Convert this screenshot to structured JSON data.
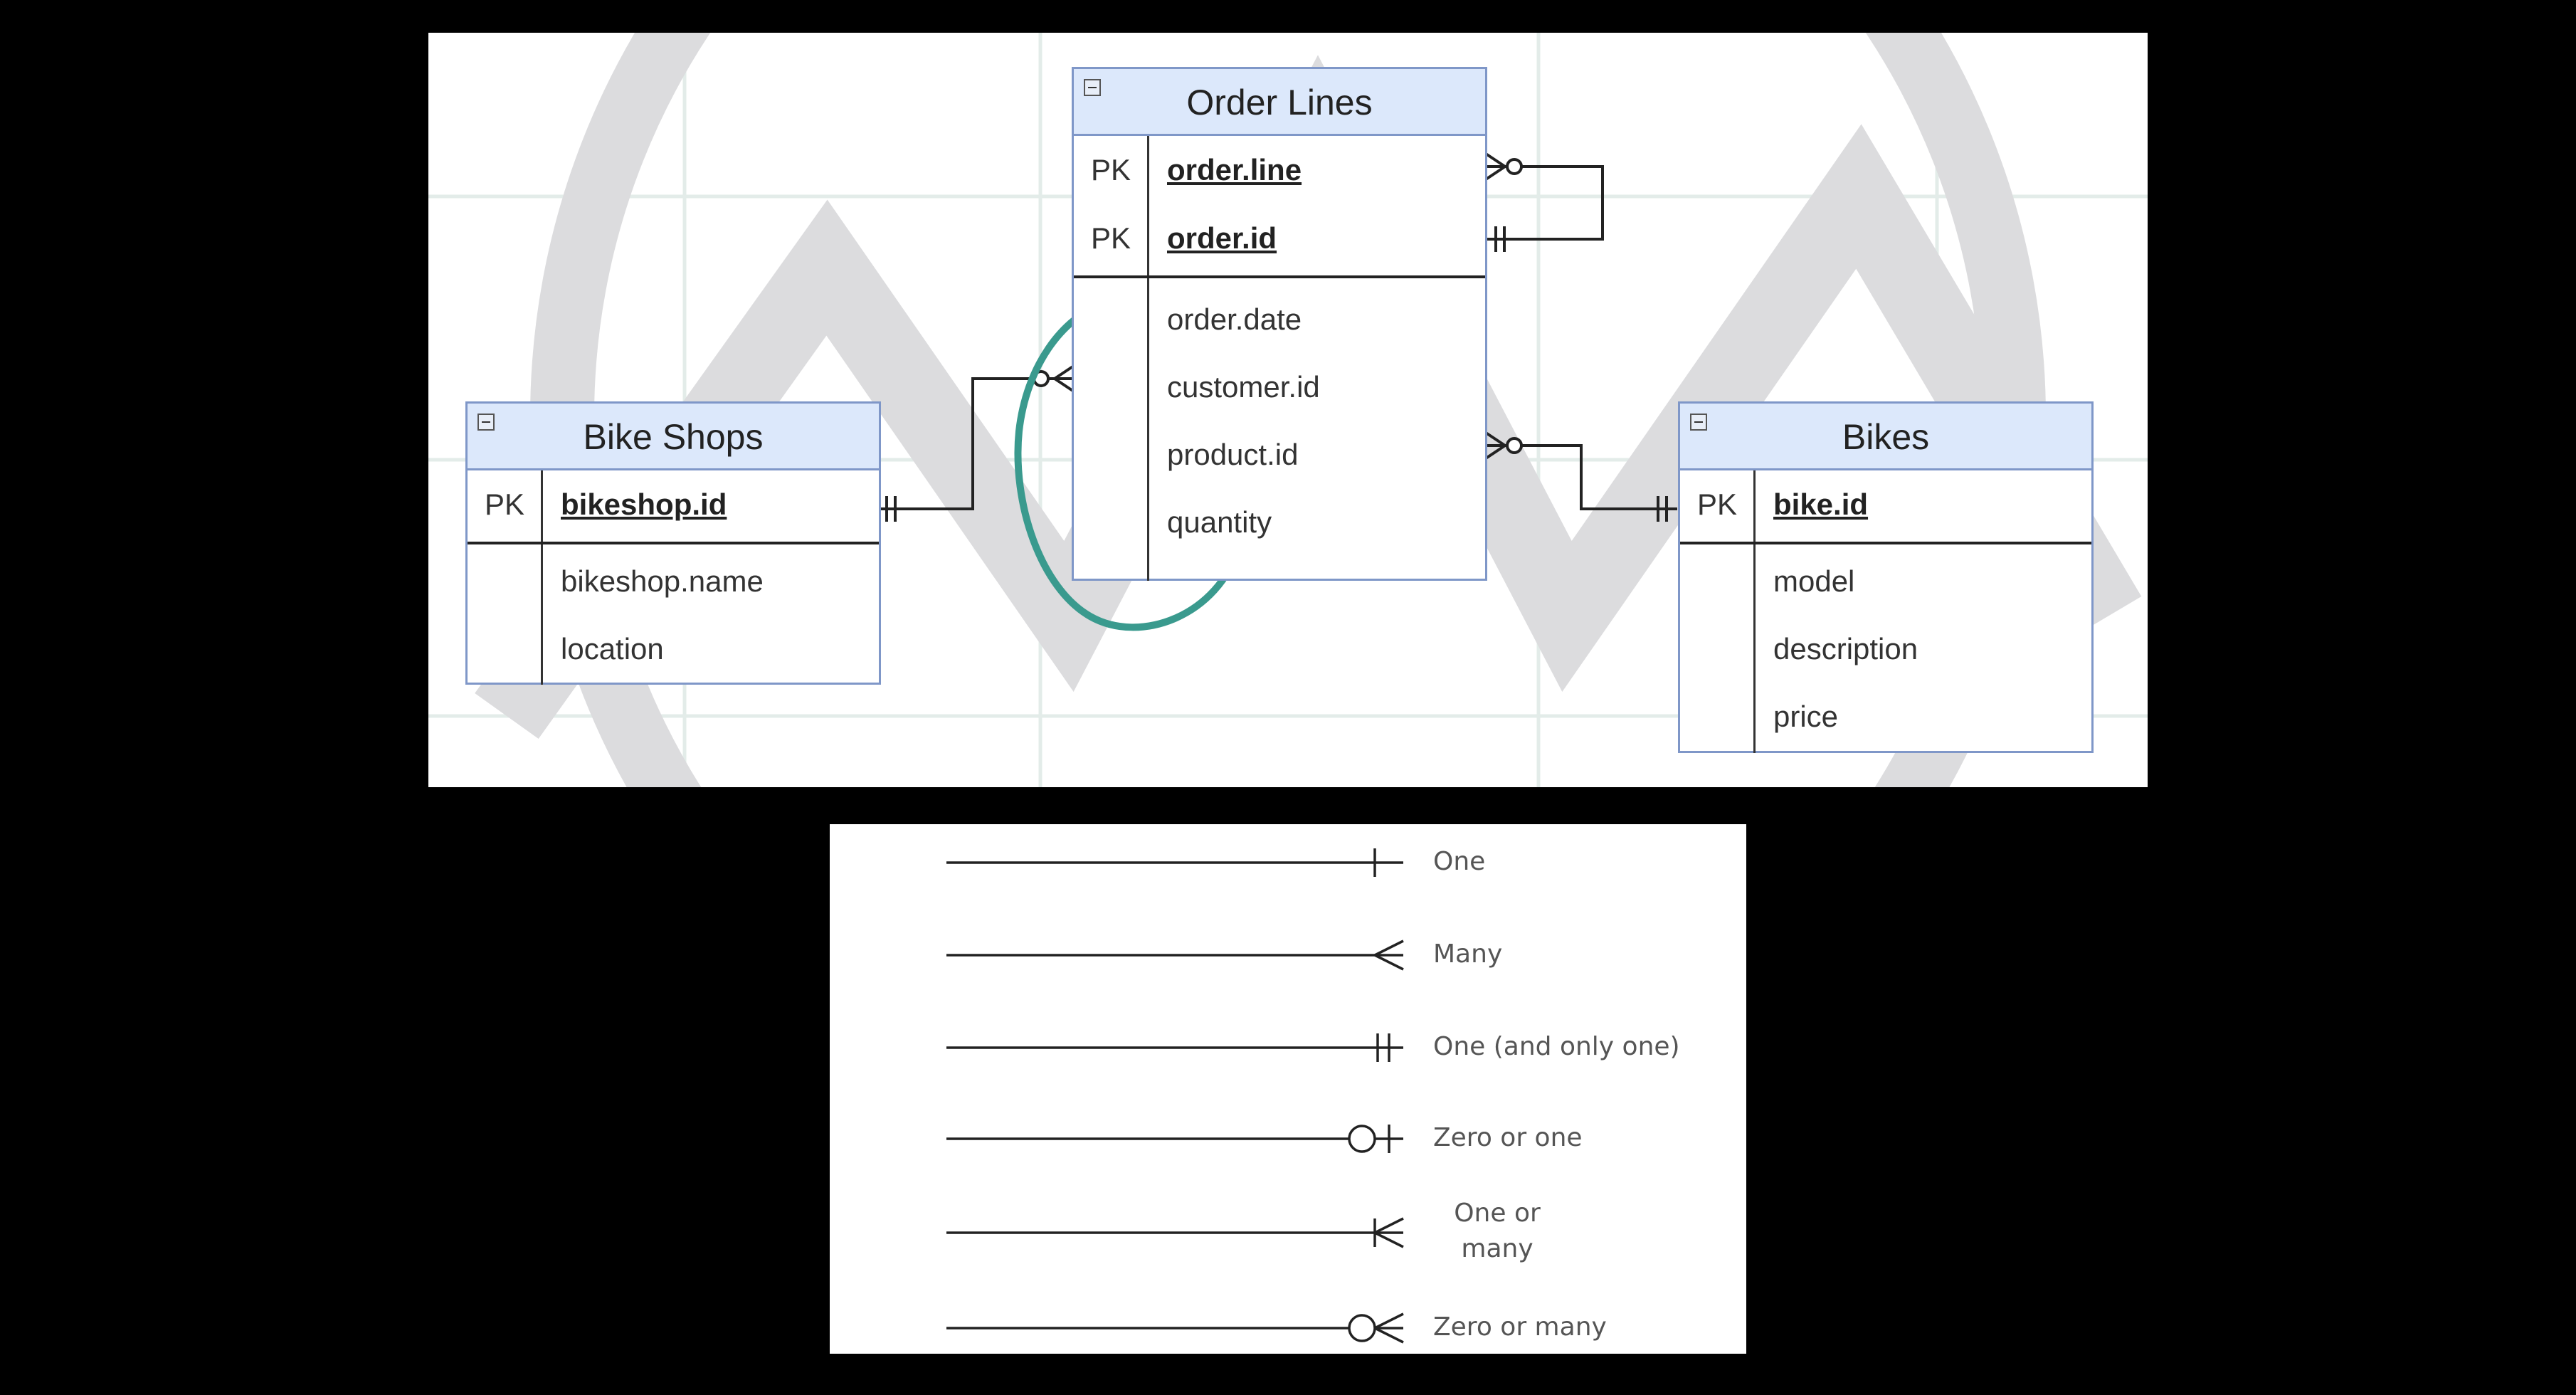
{
  "diagram": {
    "entities": {
      "order_lines": {
        "title": "Order Lines",
        "primary_keys": [
          {
            "key": "PK",
            "field": "order.line"
          },
          {
            "key": "PK",
            "field": "order.id"
          }
        ],
        "attributes": [
          "order.date",
          "customer.id",
          "product.id",
          "quantity"
        ]
      },
      "bike_shops": {
        "title": "Bike Shops",
        "primary_keys": [
          {
            "key": "PK",
            "field": "bikeshop.id"
          }
        ],
        "attributes": [
          "bikeshop.name",
          "location"
        ]
      },
      "bikes": {
        "title": "Bikes",
        "primary_keys": [
          {
            "key": "PK",
            "field": "bike.id"
          }
        ],
        "attributes": [
          "model",
          "description",
          "price"
        ]
      }
    },
    "relationships": [
      {
        "from": "Bike Shops.bikeshop.id",
        "from_cardinality": "one-and-only-one",
        "to": "Order Lines.customer.id",
        "to_cardinality": "zero-or-many"
      },
      {
        "from": "Bikes.bike.id",
        "from_cardinality": "one-and-only-one",
        "to": "Order Lines.product.id",
        "to_cardinality": "zero-or-many"
      },
      {
        "from": "Order Lines.order.id",
        "from_cardinality": "one-and-only-one",
        "to": "Order Lines.order.line",
        "to_cardinality": "zero-or-many"
      }
    ],
    "highlight_color": "#3a9a8e",
    "entity_header_color": "#dce8fb",
    "entity_border_color": "#7f97c8"
  },
  "legend": {
    "items": [
      {
        "label": "One",
        "symbol": "one"
      },
      {
        "label": "Many",
        "symbol": "many"
      },
      {
        "label": "One (and only one)",
        "symbol": "one-and-only-one"
      },
      {
        "label": "Zero or one",
        "symbol": "zero-or-one"
      },
      {
        "label": "One or\nmany",
        "symbol": "one-or-many"
      },
      {
        "label": "Zero or many",
        "symbol": "zero-or-many"
      }
    ]
  }
}
